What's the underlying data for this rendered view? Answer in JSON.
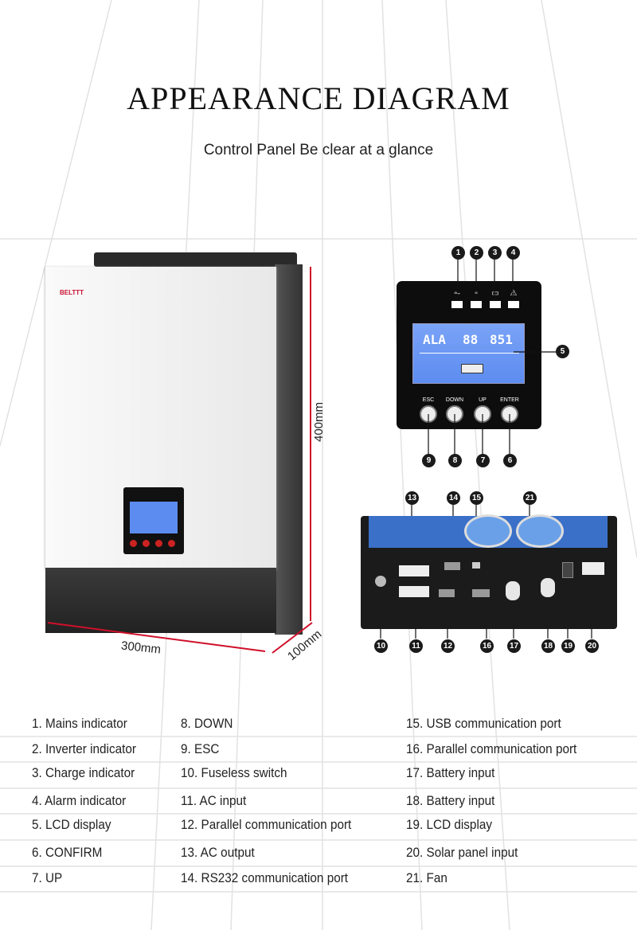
{
  "header": {
    "title": "APPEARANCE DIAGRAM",
    "subtitle": "Control Panel  Be clear at a glance"
  },
  "product": {
    "brand": "BELTTT",
    "colors": {
      "body": "#f4f4f4",
      "base": "#2b2b2b",
      "lcd": "#5d8cf0",
      "dimension_line": "#d0102a"
    }
  },
  "dimensions": {
    "height": "400mm",
    "width": "300mm",
    "depth": "100mm"
  },
  "panel": {
    "buttons": [
      "ESC",
      "DOWN",
      "UP",
      "ENTER"
    ],
    "lcd_left": "ALA",
    "lcd_mid": "88",
    "lcd_right": "851",
    "indicator_icons": [
      "mains-icon",
      "inverter-icon",
      "charge-icon",
      "alarm-icon"
    ]
  },
  "callouts": {
    "top": [
      "1",
      "2",
      "3",
      "4"
    ],
    "lcd": "5",
    "buttons": [
      "9",
      "8",
      "7",
      "6"
    ],
    "bottom_top": [
      "13",
      "14",
      "15",
      "21"
    ],
    "bottom_bottom": [
      "10",
      "11",
      "12",
      "16",
      "17",
      "18",
      "19",
      "20"
    ]
  },
  "legend": {
    "col1": [
      "1. Mains indicator",
      "2. Inverter indicator",
      "3. Charge indicator",
      "4. Alarm indicator",
      "5. LCD display",
      "6. CONFIRM",
      "7. UP"
    ],
    "col2": [
      "8. DOWN",
      "9. ESC",
      "10. Fuseless switch",
      "11. AC input",
      "12. Parallel communication port",
      "13. AC output",
      "14. RS232 communication port"
    ],
    "col3": [
      "15. USB communication port",
      "16. Parallel communication port",
      "17. Battery input",
      "18. Battery input",
      "19. LCD display",
      "20. Solar panel input",
      "21. Fan"
    ]
  }
}
